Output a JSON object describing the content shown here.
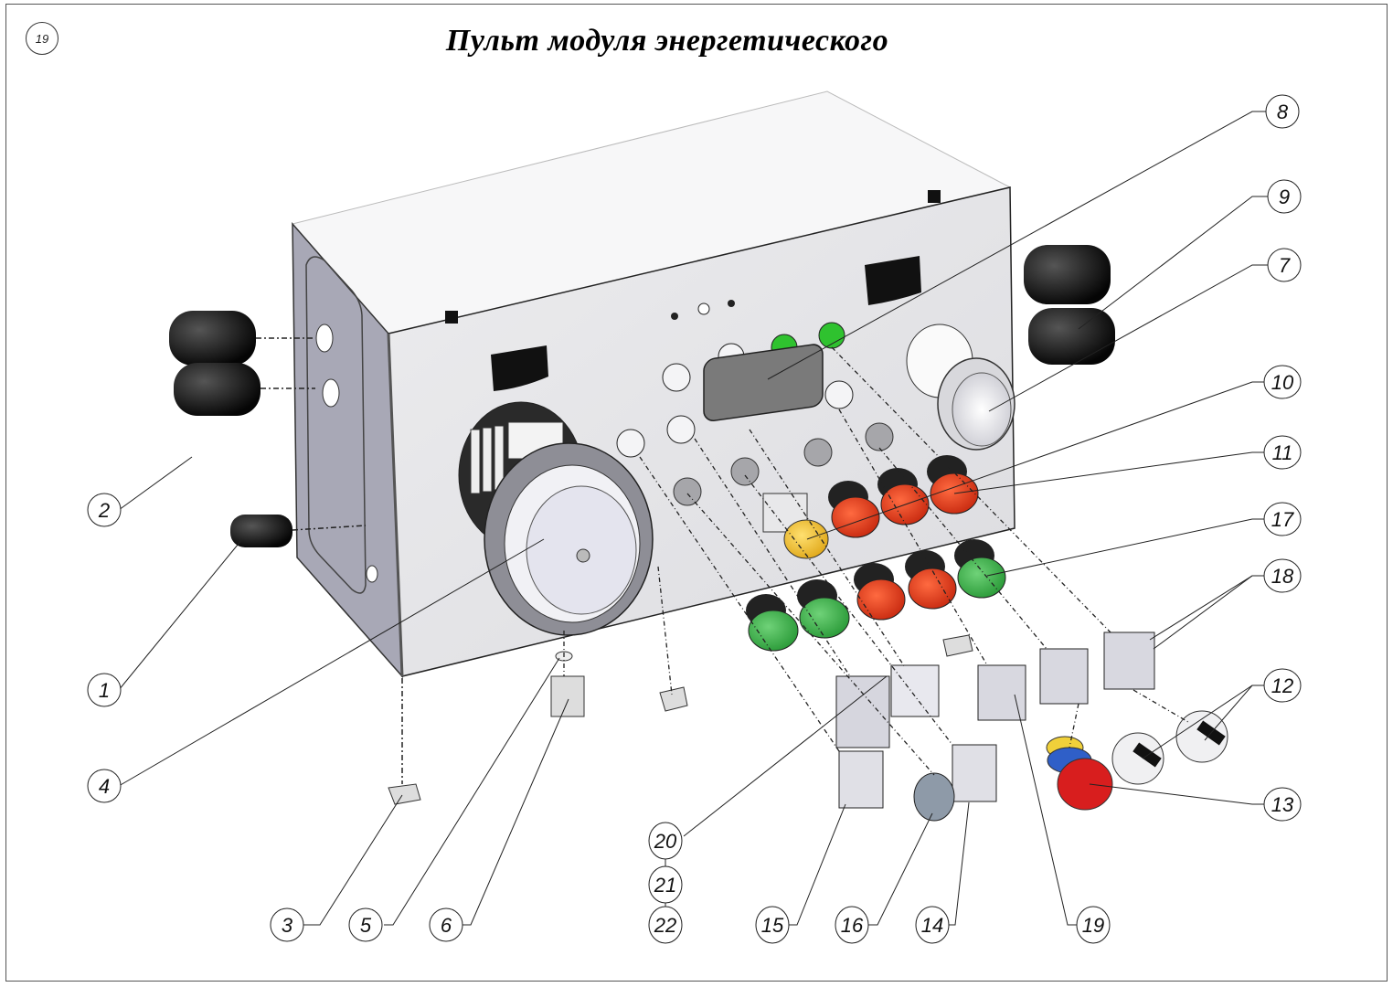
{
  "sheet": {
    "number": "19",
    "title": "Пульт модуля энергетического"
  },
  "colors": {
    "panel": "#e6e6e8",
    "panel_side": "#9a9aa8",
    "gland_black": "#111111",
    "button_red": "#e8401e",
    "button_green": "#3fae4a",
    "button_yellow": "#f2c12e",
    "estop_red": "#d81e1e",
    "estop_blue": "#2f5fc8",
    "estop_yellow": "#f0d03a",
    "indicator_green": "#2fc22f",
    "line": "#222222"
  },
  "callouts": [
    {
      "id": "c1",
      "label": "1",
      "part": "small cable gland"
    },
    {
      "id": "c2",
      "label": "2",
      "part": "cable glands (side)"
    },
    {
      "id": "c3",
      "label": "3",
      "part": "cable clamp"
    },
    {
      "id": "c4",
      "label": "4",
      "part": "round ventilation cover"
    },
    {
      "id": "c5",
      "label": "5",
      "part": "washer"
    },
    {
      "id": "c6",
      "label": "6",
      "part": "hex standoff"
    },
    {
      "id": "c7",
      "label": "7",
      "part": "large round lens"
    },
    {
      "id": "c8",
      "label": "8",
      "part": "rectangular housing"
    },
    {
      "id": "c9",
      "label": "9",
      "part": "cable glands (right)"
    },
    {
      "id": "c10",
      "label": "10",
      "part": "red pushbutton"
    },
    {
      "id": "c11",
      "label": "11",
      "part": "yellow pushbutton"
    },
    {
      "id": "c12",
      "label": "12",
      "part": "selector switches"
    },
    {
      "id": "c13",
      "label": "13",
      "part": "emergency stop"
    },
    {
      "id": "c14",
      "label": "14",
      "part": "key switch"
    },
    {
      "id": "c15",
      "label": "15",
      "part": "key switch"
    },
    {
      "id": "c16",
      "label": "16",
      "part": "selector knob"
    },
    {
      "id": "c17",
      "label": "17",
      "part": "green pushbutton"
    },
    {
      "id": "c18",
      "label": "18",
      "part": "contact blocks"
    },
    {
      "id": "c19",
      "label": "19",
      "part": "contact block"
    },
    {
      "id": "c20",
      "label": "20",
      "part": "contact block assembly"
    },
    {
      "id": "c21",
      "label": "21",
      "part": ""
    },
    {
      "id": "c22",
      "label": "22",
      "part": ""
    }
  ]
}
